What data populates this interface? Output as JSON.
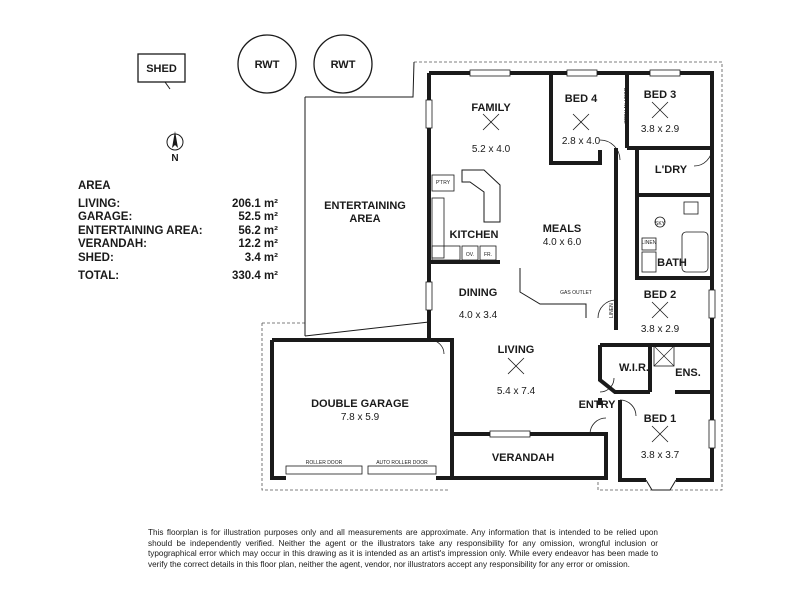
{
  "labels": {
    "shed": "SHED",
    "rwt_1": "RWT",
    "rwt_2": "RWT",
    "north": "N",
    "entertaining": "ENTERTAINING",
    "entertaining_2": "AREA",
    "double_garage": "DOUBLE GARAGE",
    "garage_dim": "7.8 x 5.9",
    "roller_door": "ROLLER DOOR",
    "auto_roller_door": "AUTO ROLLER DOOR",
    "family": "FAMILY",
    "family_dim": "5.2 x 4.0",
    "bed4": "BED 4",
    "bed4_dim": "2.8 x 4.0",
    "built_in_robe": "BUILT-IN ROBE",
    "bed3": "BED 3",
    "bed3_dim": "3.8 x 2.9",
    "ldry": "L'DRY",
    "sky": "SKY",
    "linen_1": "LINEN",
    "linen_2": "LINEN",
    "bath": "BATH",
    "pantry": "P'TRY",
    "kitchen": "KITCHEN",
    "ov": "OV.",
    "fr": "FR.",
    "meals": "MEALS",
    "meals_dim": "4.0 x 6.0",
    "gas_outlet": "GAS OUTLET",
    "dining": "DINING",
    "dining_dim": "4.0 x 3.4",
    "bed2": "BED 2",
    "bed2_dim": "3.8 x 2.9",
    "living": "LIVING",
    "living_dim": "5.4 x 7.4",
    "wir": "W.I.R.",
    "ens": "ENS.",
    "entry": "ENTRY",
    "bed1": "BED 1",
    "bed1_dim": "3.8 x 3.7",
    "verandah": "VERANDAH"
  },
  "area": {
    "heading": "AREA",
    "rows": [
      {
        "name": "LIVING:",
        "value": "206.1 m²"
      },
      {
        "name": "GARAGE:",
        "value": "52.5 m²"
      },
      {
        "name": "ENTERTAINING AREA:",
        "value": "56.2 m²"
      },
      {
        "name": "VERANDAH:",
        "value": "12.2 m²"
      },
      {
        "name": "SHED:",
        "value": "3.4 m²"
      }
    ],
    "total": {
      "name": "TOTAL:",
      "value": "330.4 m²"
    }
  },
  "disclaimer": "This floorplan is for illustration purposes only and all measurements are approximate. Any information that is intended to be relied upon should be independently verified. Neither the agent or the illustrators take any responsibility for any omission, wrongful inclusion or typographical error which may occur in this drawing as it is intended as an artist's impression only. While every endeavor has been made to verify the correct details in this floor plan, neither the agent, vendor, nor illustrators accept any responsibility for any error or omission."
}
